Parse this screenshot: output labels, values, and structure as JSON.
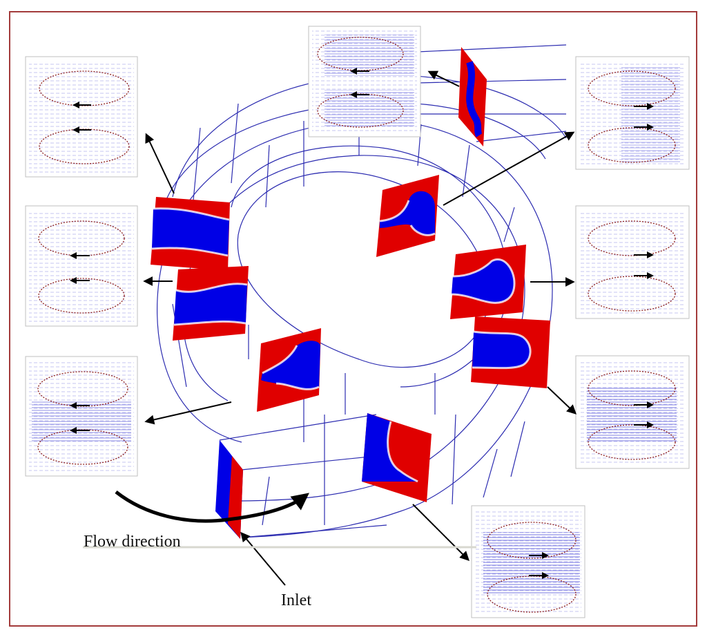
{
  "labels": {
    "flow_direction": "Flow direction",
    "inlet": "Inlet"
  },
  "colors": {
    "frame": "#a33a3a",
    "channel_outline": "#2b2bb0",
    "contour_high": "#e00000",
    "contour_low": "#0000e6",
    "vector_field": "#3a3ad6",
    "ellipse_dots": "#8b1c1c",
    "arrows": "#000000"
  },
  "panels": [
    "panel-left-top",
    "panel-left-middle",
    "panel-left-bottom",
    "panel-top-center",
    "panel-right-top",
    "panel-right-middle",
    "panel-right-lower",
    "panel-bottom-right"
  ]
}
